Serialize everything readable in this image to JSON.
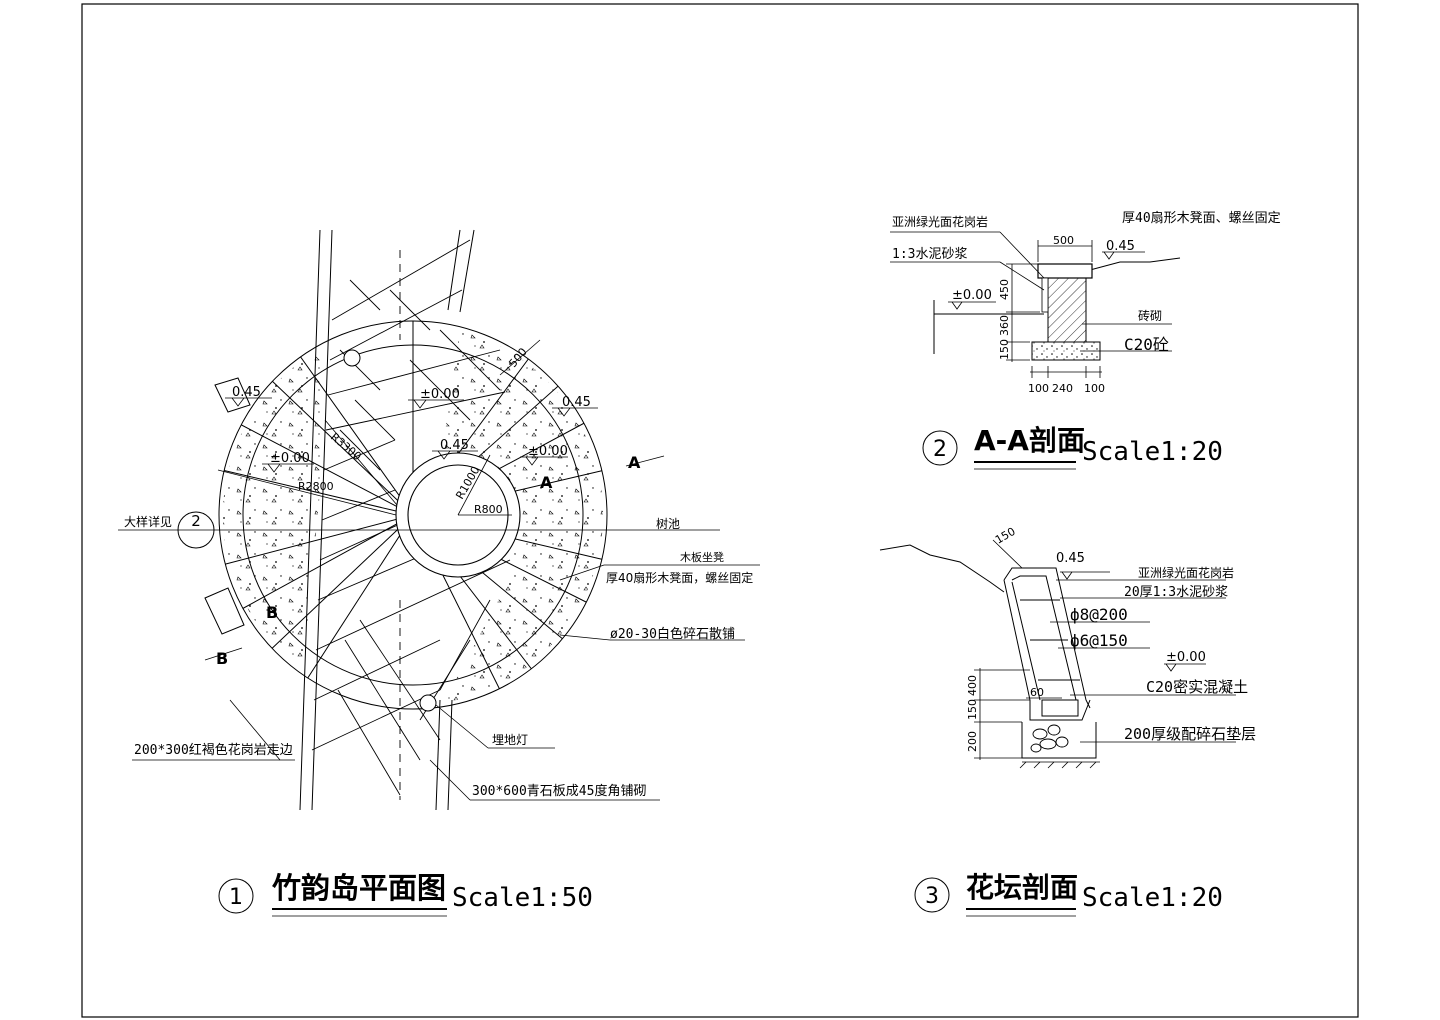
{
  "plan": {
    "number": "1",
    "title": "竹韵岛平面图",
    "scale": "Scale1:50",
    "labels": {
      "detail_ref": "大样详见",
      "detail_num": "2",
      "tree_pool": "树池",
      "bench": "木板坐凳",
      "bench_desc": "厚40扇形木凳面，螺丝固定",
      "gravel": "ø20-30白色碎石散铺",
      "walk": "200*300红褐色花岗岩走边",
      "light": "埋地灯",
      "paving": "300*600青石板成45度角铺砌",
      "lv_045_left": "0.45",
      "lv_000_mid": "±0.00",
      "lv_045_right": "0.45",
      "lv_000_left": "±0.00",
      "lv_000_right": "±0.00",
      "lv_045_center": "0.45",
      "r3300": "R3300",
      "r2800": "R2800",
      "r1000": "R1000",
      "r800": "R800",
      "dim500": "500",
      "sec_a": "A",
      "sec_a2": "A",
      "sec_b": "B",
      "sec_b2": "B"
    }
  },
  "section_aa": {
    "number": "2",
    "title": "A-A剖面",
    "scale": "Scale1:20",
    "labels": {
      "granite": "亚洲绿光面花岗岩",
      "mortar": "1:3水泥砂浆",
      "bench_top": "厚40扇形木凳面、螺丝固定",
      "dim500": "500",
      "lv045": "0.45",
      "lv000": "±0.00",
      "brick": "砖砌",
      "c20": "C20砼",
      "dim450": "450",
      "dim360": "360",
      "dim150": "150",
      "dim100a": "100",
      "dim240": "240",
      "dim100b": "100"
    }
  },
  "section_bed": {
    "number": "3",
    "title": "花坛剖面",
    "scale": "Scale1:20",
    "labels": {
      "dim150_top": "150",
      "lv045": "0.45",
      "granite": "亚洲绿光面花岗岩",
      "mortar": "20厚1:3水泥砂浆",
      "rebar8": "ф8@200",
      "rebar6": "ф6@150",
      "lv000": "±0.00",
      "concrete": "C20密实混凝土",
      "dim60": "60",
      "gravel": "200厚级配碎石垫层",
      "dim400": "400",
      "dim150": "150",
      "dim200": "200"
    }
  }
}
